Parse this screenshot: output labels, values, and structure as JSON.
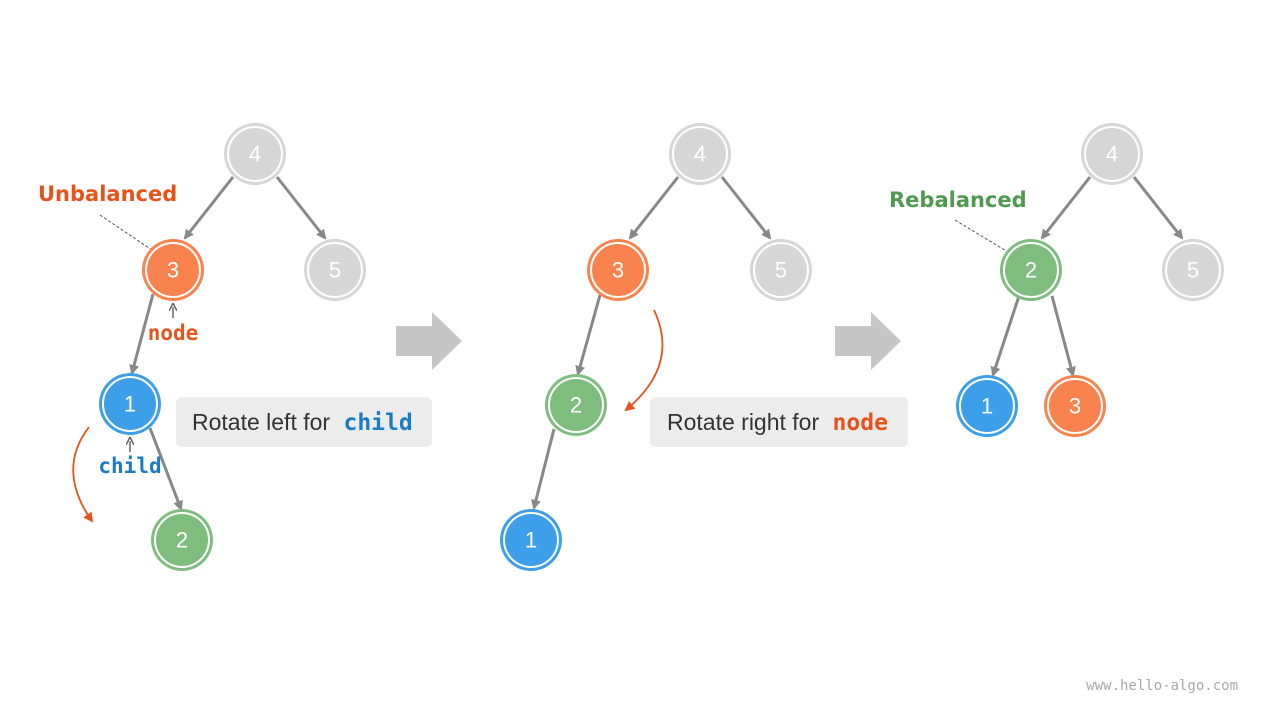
{
  "colors": {
    "gray": "#d6d6d6",
    "orange": "#f9834f",
    "blue": "#3d9fea",
    "green": "#7fbd7f",
    "edge": "#888888",
    "accent_orange": "#e6541c",
    "accent_blue": "#1a7bc7",
    "accent_green": "#4e9a4e",
    "arrow_block": "#c6c6c6",
    "caption_bg": "#ececec"
  },
  "panel1": {
    "nodes": {
      "n4": "4",
      "n3": "3",
      "n5": "5",
      "n1": "1",
      "n2": "2"
    },
    "unbalanced_label": "Unbalanced",
    "node_pointer_label": "node",
    "child_pointer_label": "child",
    "caption_prefix": "Rotate left for",
    "caption_code": "child"
  },
  "panel2": {
    "nodes": {
      "n4": "4",
      "n3": "3",
      "n5": "5",
      "n2": "2",
      "n1": "1"
    },
    "caption_prefix": "Rotate right for",
    "caption_code": "node"
  },
  "panel3": {
    "nodes": {
      "n4": "4",
      "n2": "2",
      "n5": "5",
      "n1": "1",
      "n3": "3"
    },
    "rebalanced_label": "Rebalanced"
  },
  "watermark": "www.hello-algo.com"
}
